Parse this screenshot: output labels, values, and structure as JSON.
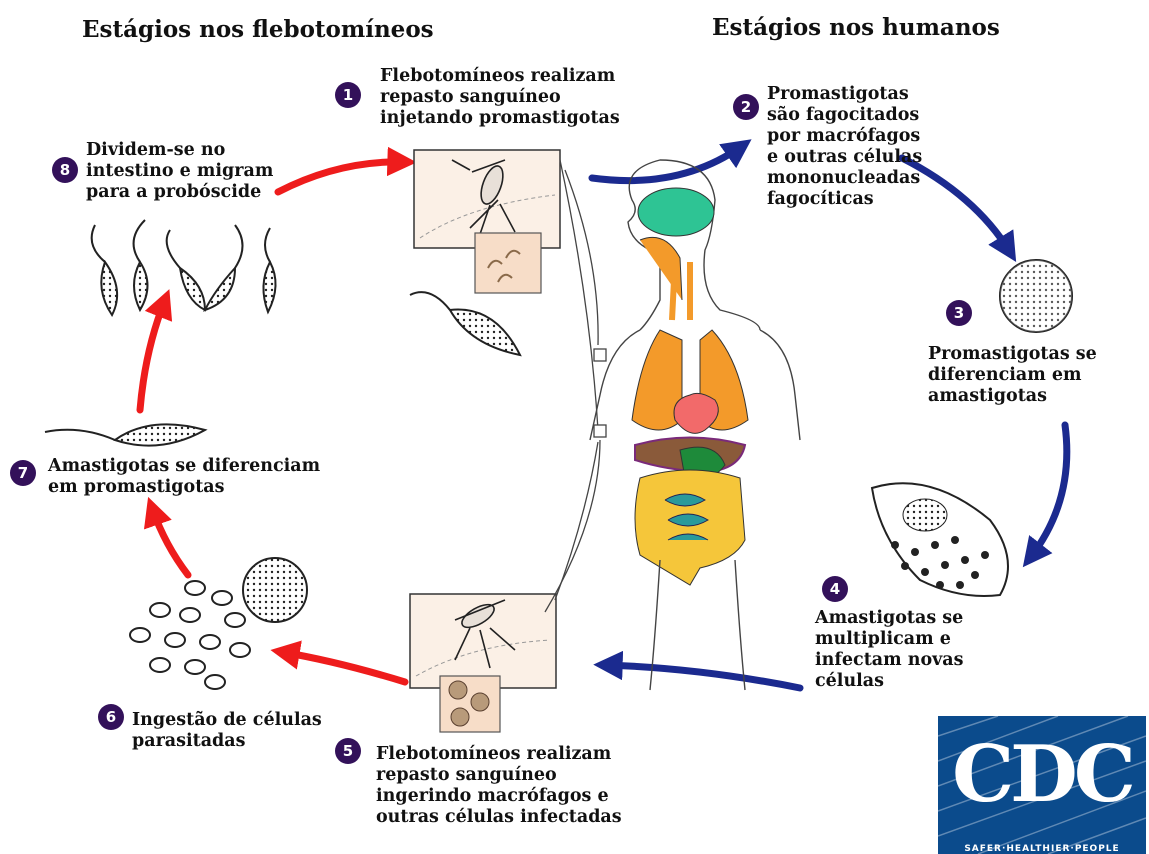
{
  "headers": {
    "sandfly": "Estágios nos flebotomíneos",
    "human": "Estágios nos humanos"
  },
  "steps": [
    {
      "num": "1",
      "lines": [
        "Flebotomíneos realizam",
        "repasto sanguíneo",
        "injetando promastigotas"
      ]
    },
    {
      "num": "2",
      "lines": [
        "Promastigotas",
        "são fagocitados",
        "por macrófagos",
        "e outras células",
        "mononucleadas",
        "fagocíticas"
      ]
    },
    {
      "num": "3",
      "lines": [
        "Promastigotas se",
        "diferenciam em",
        "amastigotas"
      ]
    },
    {
      "num": "4",
      "lines": [
        "Amastigotas se",
        "multiplicam e",
        "infectam novas",
        "células"
      ]
    },
    {
      "num": "5",
      "lines": [
        "Flebotomíneos realizam",
        "repasto sanguíneo",
        "ingerindo macrófagos e",
        "outras células infectadas"
      ]
    },
    {
      "num": "6",
      "lines": [
        "Ingestão de células",
        "parasitadas"
      ]
    },
    {
      "num": "7",
      "lines": [
        "Amastigotas se diferenciam",
        "em promastigotas"
      ]
    },
    {
      "num": "8",
      "lines": [
        "Dividem-se no",
        "intestino e migram",
        "para a probóscide"
      ]
    }
  ],
  "logo": {
    "text": "CDC",
    "tagline": "SAFER·HEALTHIER·PEOPLE"
  },
  "colors": {
    "human_arrow": "#1b2a8f",
    "sandfly_arrow": "#ee1c1c",
    "badge": "#33115a",
    "logo_bg": "#0b4b8c"
  }
}
